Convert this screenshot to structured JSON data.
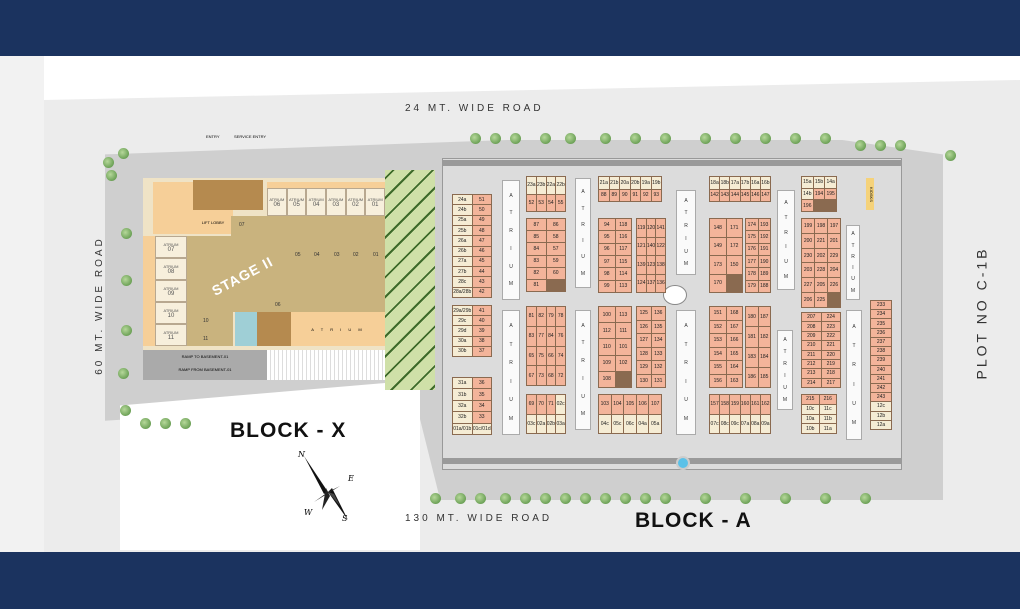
{
  "roads": {
    "north": "24 MT. WIDE ROAD",
    "west": "60 MT. WIDE ROAD",
    "south": "130 MT. WIDE ROAD",
    "east": "PLOT NO C-1B"
  },
  "blocks": {
    "x": "BLOCK - X",
    "a": "BLOCK - A"
  },
  "stage": "STAGE II",
  "compass": {
    "n": "N",
    "e": "E",
    "s": "S",
    "w": "W"
  },
  "entries": {
    "entry": "ENTRY",
    "service": "SERVICE ENTRY"
  },
  "block_x": {
    "top_atriums": [
      {
        "l": "ATRIUM",
        "n": "06"
      },
      {
        "l": "ATRIUM",
        "n": "05"
      },
      {
        "l": "ATRIUM",
        "n": "04"
      },
      {
        "l": "ATRIUM",
        "n": "03"
      },
      {
        "l": "ATRIUM",
        "n": "02"
      },
      {
        "l": "ATRIUM",
        "n": "01"
      }
    ],
    "side_atriums": [
      {
        "l": "ATRIUM",
        "n": "07"
      },
      {
        "l": "ATRIUM",
        "n": "08"
      },
      {
        "l": "ATRIUM",
        "n": "09"
      },
      {
        "l": "ATRIUM",
        "n": "10"
      },
      {
        "l": "ATRIUM",
        "n": "11"
      }
    ],
    "units": [
      "07",
      "06",
      "05",
      "04",
      "03",
      "02",
      "01",
      "10",
      "11"
    ],
    "atrium": "A T R I U M",
    "lift_lobby": "LIFT LOBBY",
    "ramp1": "RAMP TO BASEMENT-01",
    "ramp2": "RAMP FROM BASEMENT-01"
  },
  "block_a": {
    "atrium_letters": [
      "A",
      "T",
      "R",
      "I",
      "U",
      "M"
    ],
    "kiosks": "KIOSKS",
    "clusters": [
      {
        "cols": 2,
        "units": [
          "24a",
          "51",
          "24b",
          "50",
          "25a",
          "49",
          "25b",
          "48",
          "26a",
          "47",
          "26b",
          "46",
          "27a",
          "45",
          "27b",
          "44",
          "28c",
          "43",
          "28a/28b",
          "42"
        ]
      },
      {
        "cols": 2,
        "units": [
          "29a/29b",
          "41",
          "29c",
          "40",
          "29d",
          "39",
          "30a",
          "38",
          "30b",
          "37"
        ]
      },
      {
        "cols": 2,
        "units": [
          "31a",
          "36",
          "31b",
          "35",
          "32a",
          "34",
          "32b",
          "33",
          "01a/01b",
          "01c/01d"
        ]
      },
      {
        "cols": 4,
        "units": [
          "23a",
          "23b",
          "22a",
          "22b",
          "52",
          "53",
          "54",
          "55"
        ]
      },
      {
        "cols": 2,
        "units": [
          "87",
          "86",
          "85",
          "58",
          "84",
          "57",
          "83",
          "59",
          "82",
          "60",
          "81"
        ]
      },
      {
        "cols": 4,
        "units": [
          "81",
          "82",
          "79",
          "78",
          "83",
          "77",
          "84",
          "76",
          "65",
          "75",
          "66",
          "74",
          "67",
          "73",
          "68",
          "72"
        ]
      },
      {
        "cols": 4,
        "units": [
          "69",
          "70",
          "71",
          "02c",
          "03c",
          "02a",
          "02b",
          "03a"
        ]
      },
      {
        "cols": 6,
        "units": [
          "21a",
          "21b",
          "20a",
          "20b",
          "19a",
          "19b",
          "88",
          "89",
          "90",
          "91",
          "92",
          "93"
        ]
      },
      {
        "cols": 2,
        "units": [
          "94",
          "118",
          "95",
          "116",
          "96",
          "117",
          "97",
          "115",
          "98",
          "114",
          "99",
          "113"
        ]
      },
      {
        "cols": 3,
        "units": [
          "119",
          "120",
          "141",
          "121",
          "140",
          "122",
          "139",
          "123",
          "138",
          "124",
          "137",
          "136"
        ]
      },
      {
        "cols": 2,
        "units": [
          "100",
          "113",
          "112",
          "111",
          "110",
          "101",
          "109",
          "102",
          "108"
        ]
      },
      {
        "cols": 2,
        "units": [
          "125",
          "136",
          "126",
          "135",
          "127",
          "134",
          "128",
          "133",
          "129",
          "132",
          "130",
          "131"
        ]
      },
      {
        "cols": 5,
        "units": [
          "103",
          "104",
          "105",
          "106",
          "107",
          "04c",
          "05c",
          "06c",
          "04a",
          "05a"
        ]
      },
      {
        "cols": 6,
        "units": [
          "18a",
          "18b",
          "17a",
          "17b",
          "16a",
          "16b",
          "142",
          "143",
          "144",
          "145",
          "146",
          "147"
        ]
      },
      {
        "cols": 2,
        "units": [
          "148",
          "171",
          "149",
          "172",
          "173",
          "150",
          "170"
        ]
      },
      {
        "cols": 2,
        "units": [
          "174",
          "193",
          "175",
          "192",
          "176",
          "191",
          "177",
          "190",
          "178",
          "189",
          "179",
          "188"
        ]
      },
      {
        "cols": 2,
        "units": [
          "151",
          "168",
          "152",
          "167",
          "153",
          "166",
          "154",
          "165",
          "155",
          "164",
          "156",
          "163"
        ]
      },
      {
        "cols": 2,
        "units": [
          "180",
          "187",
          "181",
          "182",
          "183",
          "184",
          "186",
          "185"
        ]
      },
      {
        "cols": 6,
        "units": [
          "157",
          "158",
          "159",
          "160",
          "161",
          "162",
          "07c",
          "08c",
          "09c",
          "07a",
          "08a",
          "09a"
        ]
      },
      {
        "cols": 3,
        "units": [
          "15a",
          "15b",
          "14a",
          "14b",
          "194",
          "195",
          "196"
        ]
      },
      {
        "cols": 3,
        "units": [
          "199",
          "198",
          "197",
          "200",
          "221",
          "201",
          "230",
          "202",
          "229",
          "203",
          "228",
          "204",
          "227",
          "205",
          "226",
          "206",
          "225"
        ]
      },
      {
        "cols": 2,
        "units": [
          "207",
          "224",
          "208",
          "223",
          "209",
          "222",
          "210",
          "221",
          "211",
          "220",
          "212",
          "219",
          "213",
          "218",
          "214",
          "217"
        ]
      },
      {
        "cols": 2,
        "units": [
          "215",
          "216",
          "10c",
          "11c",
          "10a",
          "11b",
          "10b",
          "11a"
        ]
      },
      {
        "cols": 1,
        "units": [
          "233",
          "234",
          "235",
          "236",
          "237",
          "238",
          "239",
          "240",
          "241",
          "242",
          "243",
          "12c",
          "12b",
          "12a"
        ]
      }
    ]
  }
}
